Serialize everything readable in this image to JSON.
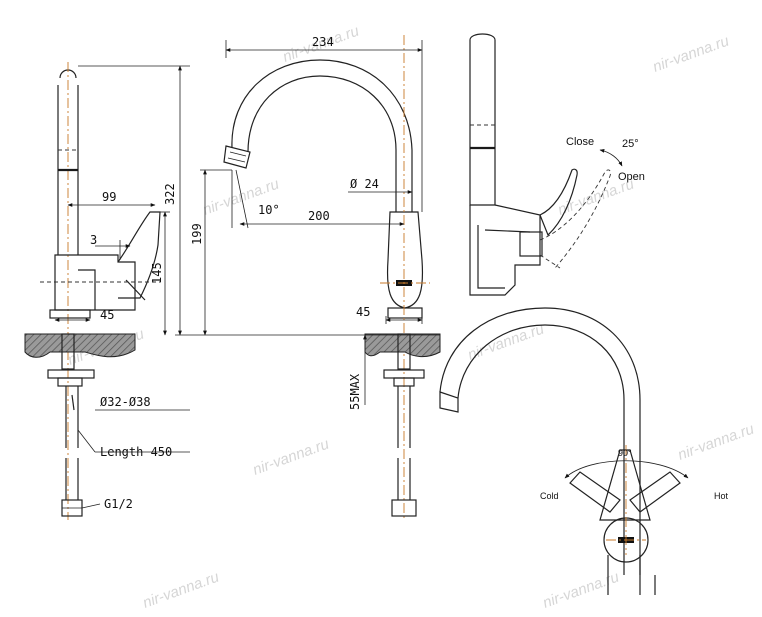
{
  "dimensions": {
    "d234": "234",
    "d322": "322",
    "d99": "99",
    "d3": "3",
    "d145": "145",
    "d45_left": "45",
    "d199": "199",
    "d200": "200",
    "d10deg": "10°",
    "d24": "Ø 24",
    "d45_front": "45",
    "d55max": "55MAX",
    "d32_38": "Ø32-Ø38",
    "length450": "Length 450",
    "g12": "G1/2"
  },
  "handle_view": {
    "close": "Close",
    "angle": "25°",
    "open": "Open"
  },
  "top_view": {
    "angle": "90°",
    "cold": "Cold",
    "hot": "Hot"
  },
  "watermark": "nir-vanna.ru",
  "colors": {
    "centerline": "#c87a2a",
    "stroke": "#222222",
    "watermark": "#d6d6d6"
  }
}
